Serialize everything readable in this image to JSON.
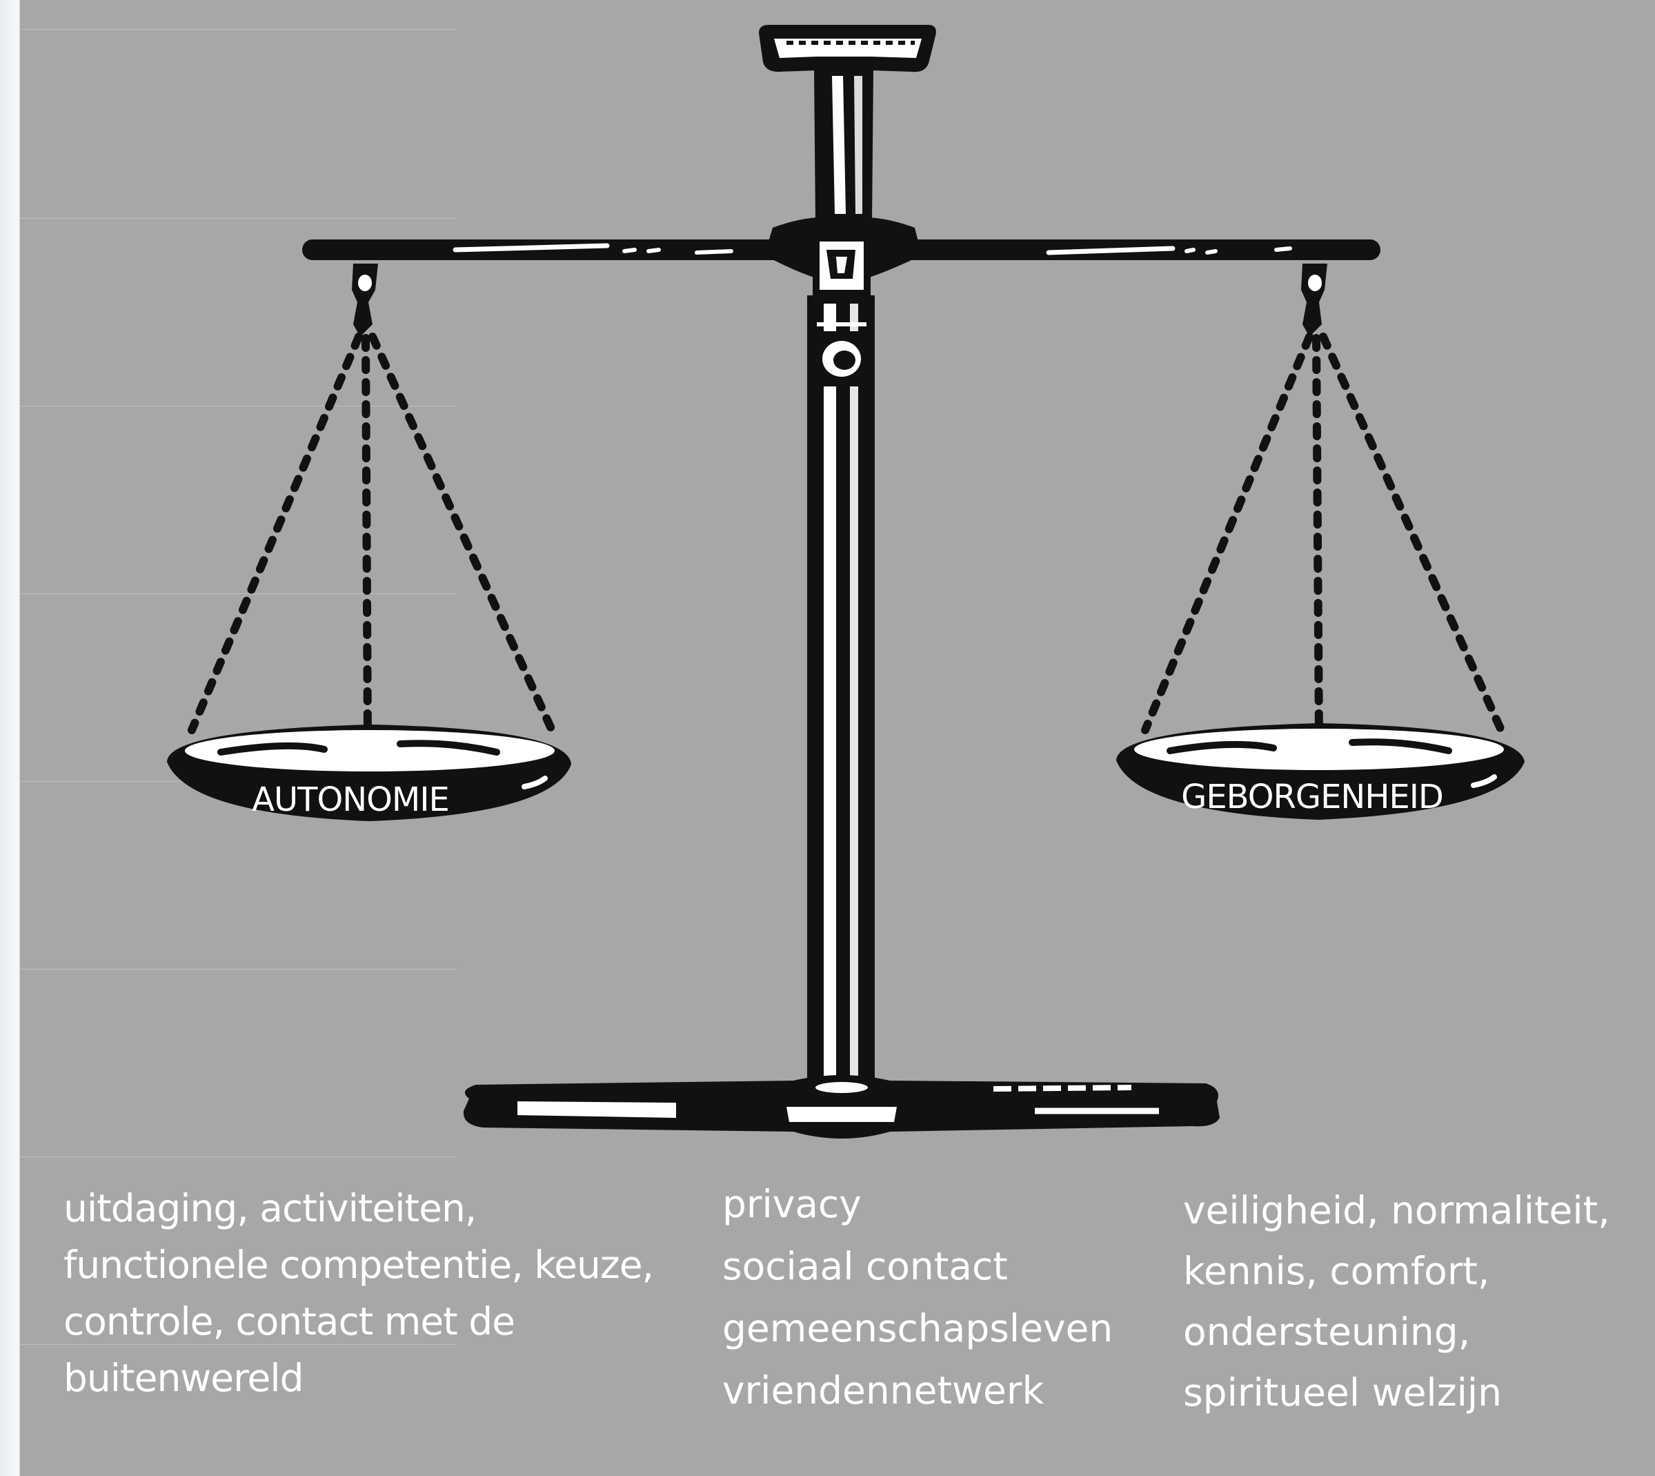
{
  "pans": {
    "left_label": "AUTONOMIE",
    "right_label": "GEBORGENHEID"
  },
  "columns": {
    "left": [
      "uitdaging, activiteiten,",
      "functionele competentie, keuze,",
      "controle, contact met de",
      "buitenwereld"
    ],
    "middle": [
      "privacy",
      "sociaal contact",
      "gemeenschapsleven",
      "vriendennetwerk"
    ],
    "right": [
      "veiligheid, normaliteit,",
      "kennis, comfort,",
      "ondersteuning,",
      "spiritueel welzijn"
    ]
  },
  "colors": {
    "background": "#a7a7a7",
    "ink": "#111111",
    "highlight": "#ffffff",
    "text": "#ffffff"
  }
}
